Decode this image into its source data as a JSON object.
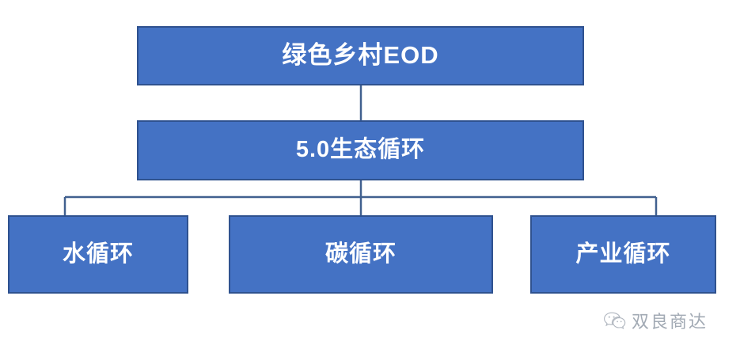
{
  "diagram": {
    "type": "hierarchy-org-chart",
    "title_node": {
      "id": "root",
      "label": "绿色乡村EOD"
    },
    "level2_node": {
      "id": "level2",
      "label": "5.0生态循环"
    },
    "leaf_nodes": [
      {
        "id": "water",
        "label": "水循环"
      },
      {
        "id": "carbon",
        "label": "碳循环"
      },
      {
        "id": "industry",
        "label": "产业循环"
      }
    ],
    "colors": {
      "node_fill": "#4472C4",
      "node_border": "#2F528F",
      "node_text": "#FFFFFF",
      "connector": "#41608F",
      "background": "#FFFFFF",
      "watermark_text": "#98A1AC"
    }
  },
  "watermark": {
    "icon": "wechat-icon",
    "text": "双良商达"
  }
}
